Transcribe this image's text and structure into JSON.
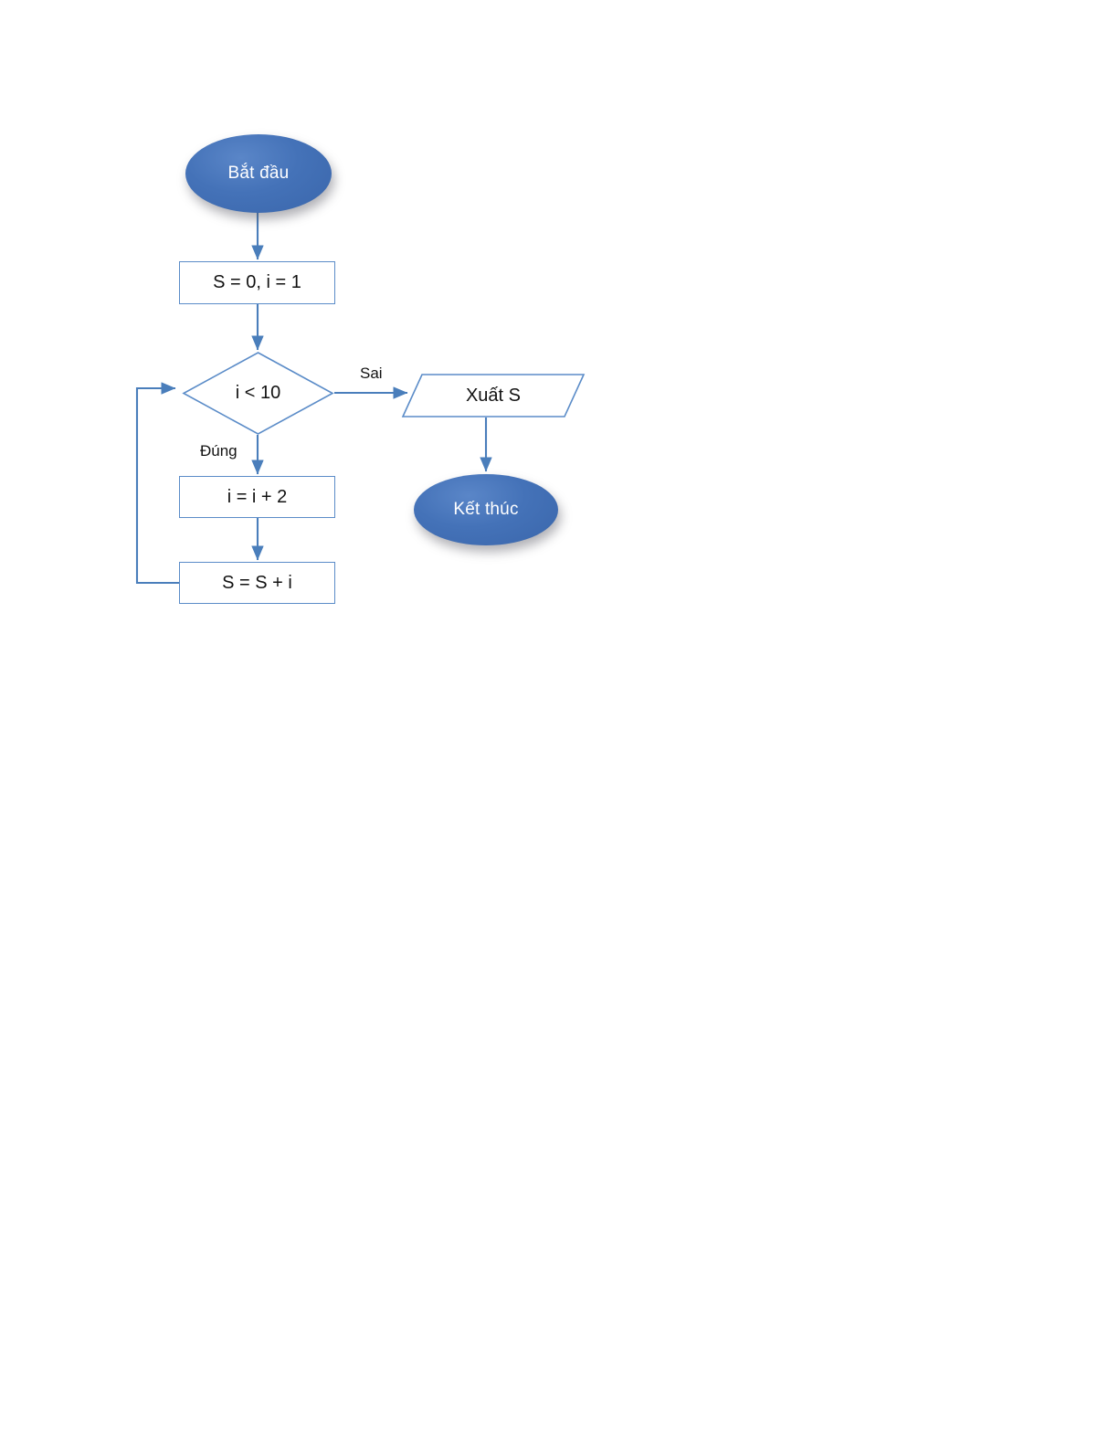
{
  "diagram": {
    "type": "flowchart",
    "language": "vi",
    "background_color": "#ffffff",
    "accent_color": "#4472b8",
    "line_color": "#4a7ebb",
    "border_color": "#5b8cc8",
    "text_color": "#121212",
    "terminator_text_color": "#ffffff",
    "nodes": {
      "start": {
        "shape": "ellipse",
        "label": "Bắt đầu"
      },
      "init": {
        "shape": "rectangle",
        "label": "S = 0, i = 1"
      },
      "condition": {
        "shape": "diamond",
        "label": "i < 10"
      },
      "output": {
        "shape": "parallelogram",
        "label": "Xuất S"
      },
      "increment": {
        "shape": "rectangle",
        "label": "i = i + 2"
      },
      "accumulate": {
        "shape": "rectangle",
        "label": "S = S + i"
      },
      "end": {
        "shape": "ellipse",
        "label": "Kết thúc"
      }
    },
    "edge_labels": {
      "false_branch": "Sai",
      "true_branch": "Đúng"
    }
  }
}
